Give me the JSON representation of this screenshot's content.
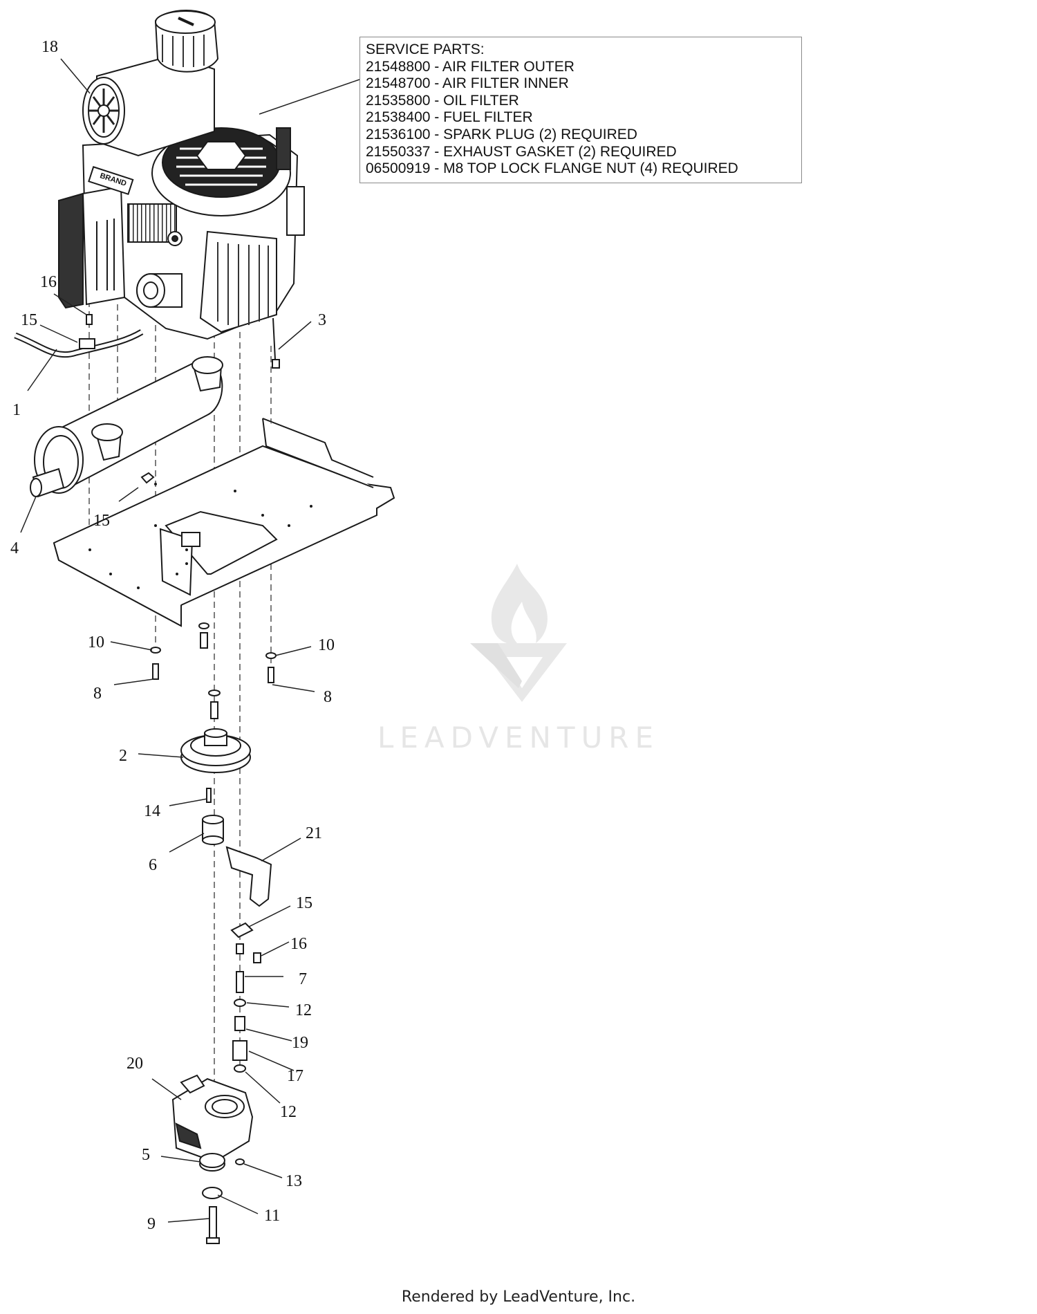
{
  "service_parts": {
    "heading": "SERVICE PARTS:",
    "items": [
      "21548800 - AIR FILTER OUTER",
      "21548700 - AIR FILTER INNER",
      "21535800 - OIL FILTER",
      "21538400 - FUEL FILTER",
      "21536100 - SPARK PLUG (2) REQUIRED",
      "21550337 - EXHAUST GASKET (2) REQUIRED",
      "06500919 - M8 TOP LOCK FLANGE NUT (4) REQUIRED"
    ]
  },
  "engine_brand": "BRAND",
  "callouts": {
    "n1": "1",
    "n2": "2",
    "n3": "3",
    "n4": "4",
    "n5": "5",
    "n6": "6",
    "n7": "7",
    "n8a": "8",
    "n8b": "8",
    "n9": "9",
    "n10a": "10",
    "n10b": "10",
    "n11": "11",
    "n12a": "12",
    "n12b": "12",
    "n13": "13",
    "n14": "14",
    "n15a": "15",
    "n15b": "15",
    "n15c": "15",
    "n16a": "16",
    "n16b": "16",
    "n17": "17",
    "n18": "18",
    "n19": "19",
    "n20": "20",
    "n21": "21"
  },
  "watermark": "LEADVENTURE",
  "footer": "Rendered by LeadVenture, Inc.",
  "colors": {
    "line": "#1a1a1a",
    "fill": "#ffffff",
    "shade": "#555555",
    "watermark": "#e6e6e6"
  }
}
